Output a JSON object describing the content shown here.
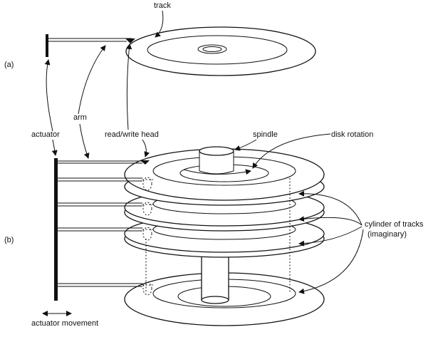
{
  "labels": {
    "part_a": "(a)",
    "part_b": "(b)",
    "track": "track",
    "arm": "arm",
    "actuator": "actuator",
    "read_write_head": "read/write head",
    "spindle": "spindle",
    "disk_rotation": "disk rotation",
    "cylinder_line1": "cylinder of tracks",
    "cylinder_line2": "(imaginary)",
    "actuator_movement": "actuator movement"
  }
}
